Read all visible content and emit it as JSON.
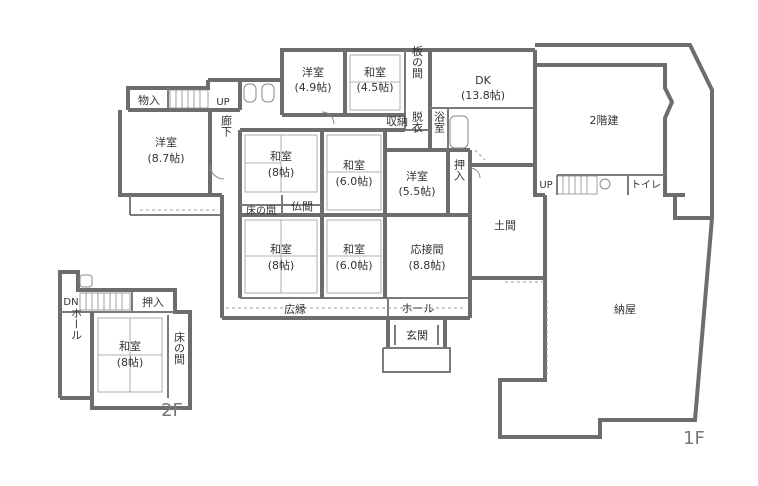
{
  "rooms_1f": {
    "yoshitsu_49": {
      "name": "洋室",
      "size": "(4.9帖)"
    },
    "washitsu_45": {
      "name": "和室",
      "size": "(4.5帖)"
    },
    "itanoma": "板の間",
    "dk": {
      "name": "DK",
      "size": "(13.8帖)"
    },
    "nikaidate": "2階建",
    "monoire": "物入",
    "up_left": "UP",
    "yoshitsu_87": {
      "name": "洋室",
      "size": "(8.7帖)"
    },
    "roka": "廊下",
    "shuno": "収納",
    "datsui": "脱衣",
    "yokushitsu": "浴室",
    "washitsu_8_top": {
      "name": "和室",
      "size": "(8帖)"
    },
    "washitsu_6_top": {
      "name": "和室",
      "size": "(6.0帖)"
    },
    "yoshitsu_55": {
      "name": "洋室",
      "size": "(5.5帖)"
    },
    "oshiire_1f": "押入",
    "up_right": "UP",
    "toilet": "トイレ",
    "tokonoma_1f": "床の間",
    "butsuma": "仏間",
    "doma": "土間",
    "washitsu_8_bottom": {
      "name": "和室",
      "size": "(8帖)"
    },
    "washitsu_6_bottom": {
      "name": "和室",
      "size": "(6.0帖)"
    },
    "osetsuma": {
      "name": "応接間",
      "size": "(8.8帖)"
    },
    "hiroen": "広縁",
    "hall_1f": "ホール",
    "genkan": "玄関",
    "naya": "納屋"
  },
  "rooms_2f": {
    "dn": "DN",
    "oshiire": "押入",
    "hall": "ホール",
    "washitsu": {
      "name": "和室",
      "size": "(8帖)"
    },
    "tokonoma": "床の間"
  },
  "floor_labels": {
    "f2": "2F",
    "f1": "1F"
  }
}
